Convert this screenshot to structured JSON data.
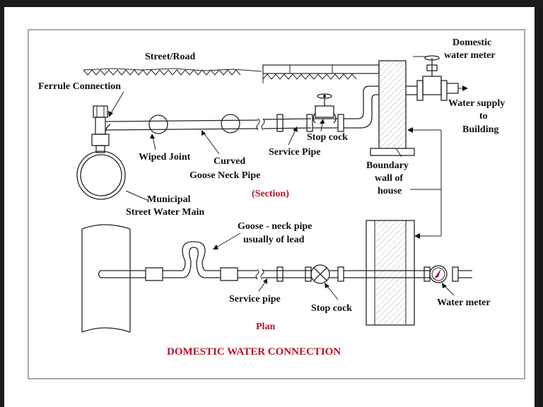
{
  "colors": {
    "ink": "#222222",
    "accent_red": "#b3122b",
    "paper": "#ffffff",
    "surround": "#1b1b1b"
  },
  "section": {
    "label": "(Section)",
    "street_road": "Street/Road",
    "ferrule_connection": "Ferrule Connection",
    "domestic_water_meter_line1": "Domestic",
    "domestic_water_meter_line2": "water meter",
    "water_supply_line1": "Water supply",
    "water_supply_line2": "to",
    "water_supply_line3": "Building",
    "stop_cock": "Stop cock",
    "service_pipe": "Service Pipe",
    "wiped_joint": "Wiped Joint",
    "curved": "Curved",
    "goose_neck_pipe": "Goose Neck Pipe",
    "boundary_line1": "Boundary",
    "boundary_line2": "wall of",
    "boundary_line3": "house",
    "municipal": "Municipal",
    "street_water_main": "Street Water Main"
  },
  "plan": {
    "label": "Plan",
    "goose_neck_line1": "Goose - neck pipe",
    "goose_neck_line2": "usually of lead",
    "service_pipe": "Service pipe",
    "stop_cock": "Stop cock",
    "water_meter": "Water meter"
  },
  "title": "DOMESTIC WATER CONNECTION",
  "icons": [
    "valve-wheel-icon",
    "stop-cock-icon",
    "water-meter-icon",
    "arrow-icon"
  ]
}
